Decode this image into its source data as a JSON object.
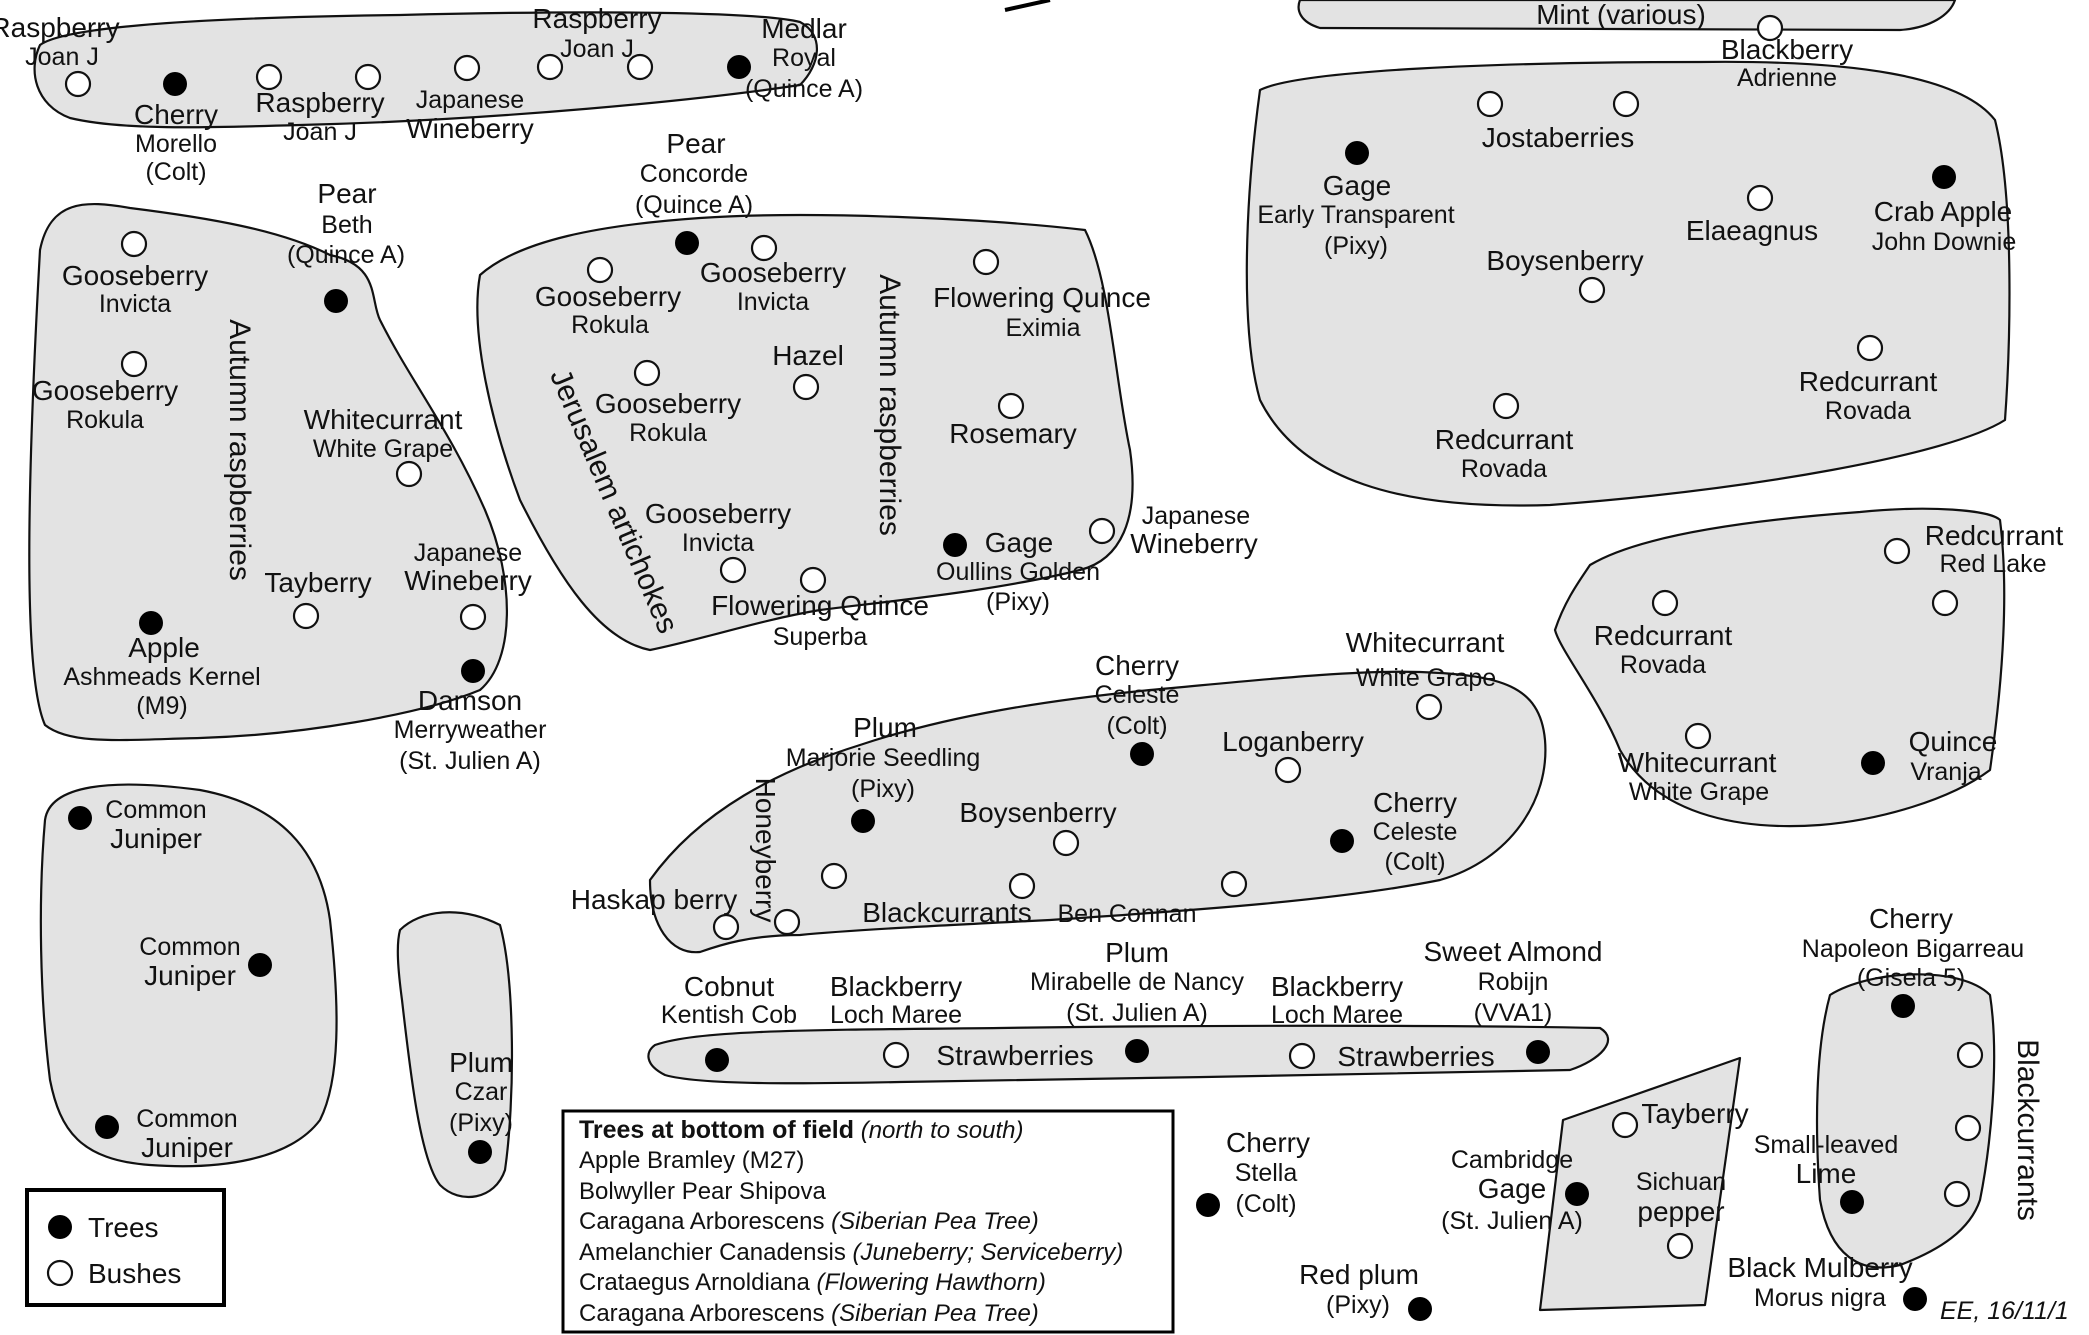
{
  "marker_colors": {
    "tree": "#000000",
    "bush": "#ffffff",
    "bed_fill": "#e3e3e3"
  },
  "legend": {
    "trees_label": "Trees",
    "bushes_label": "Bushes"
  },
  "plants": [
    {
      "type": "bush",
      "name": "Raspberry",
      "detail": "Joan J"
    },
    {
      "type": "tree",
      "name": "Cherry",
      "detail": "Morello",
      "detail2": "(Colt)"
    },
    {
      "type": "bush",
      "name": "Raspberry",
      "detail": "Joan J"
    },
    {
      "type": "bush",
      "name": "Japanese",
      "detail": "Wineberry"
    },
    {
      "type": "bush",
      "name": "Raspberry",
      "detail": "Joan J"
    },
    {
      "type": "tree",
      "name": "Medlar",
      "detail": "Royal",
      "detail2": "(Quince A)"
    },
    {
      "type": "bush",
      "name": "Mint (various)"
    },
    {
      "type": "bush",
      "name": "Blackberry",
      "detail": "Adrienne"
    },
    {
      "type": "bush",
      "name": "Gooseberry",
      "detail": "Invicta"
    },
    {
      "type": "bush",
      "name": "Gooseberry",
      "detail": "Rokula"
    },
    {
      "type": "tree",
      "name": "Pear",
      "detail": "Beth",
      "detail2": "(Quince A)"
    },
    {
      "type": "bush",
      "name": "Whitecurrant",
      "detail": "White Grape"
    },
    {
      "type": "bush",
      "name": "Tayberry"
    },
    {
      "type": "bush",
      "name": "Japanese",
      "detail": "Wineberry"
    },
    {
      "type": "tree",
      "name": "Apple",
      "detail": "Ashmeads Kernel",
      "detail2": "(M9)"
    },
    {
      "type": "tree",
      "name": "Damson",
      "detail": "Merryweather",
      "detail2": "(St. Julien A)"
    },
    {
      "type": "tree",
      "name": "Pear",
      "detail": "Concorde",
      "detail2": "(Quince A)"
    },
    {
      "type": "bush",
      "name": "Gooseberry",
      "detail": "Rokula"
    },
    {
      "type": "bush",
      "name": "Gooseberry",
      "detail": "Invicta"
    },
    {
      "type": "bush",
      "name": "Hazel"
    },
    {
      "type": "bush",
      "name": "Gooseberry",
      "detail": "Rokula"
    },
    {
      "type": "bush",
      "name": "Gooseberry",
      "detail": "Invicta"
    },
    {
      "type": "bush",
      "name": "Flowering Quince",
      "detail": "Superba"
    },
    {
      "type": "bush",
      "name": "Flowering Quince",
      "detail": "Eximia"
    },
    {
      "type": "bush",
      "name": "Rosemary"
    },
    {
      "type": "tree",
      "name": "Gage",
      "detail": "Oullins Golden",
      "detail2": "(Pixy)"
    },
    {
      "type": "bush",
      "name": "Japanese",
      "detail": "Wineberry"
    },
    {
      "type": "tree",
      "name": "Gage",
      "detail": "Early Transparent",
      "detail2": "(Pixy)"
    },
    {
      "type": "bush",
      "name": "Jostaberries"
    },
    {
      "type": "bush",
      "name": "Boysenberry"
    },
    {
      "type": "bush",
      "name": "Elaeagnus"
    },
    {
      "type": "tree",
      "name": "Crab Apple",
      "detail": "John Downie"
    },
    {
      "type": "bush",
      "name": "Redcurrant",
      "detail": "Rovada"
    },
    {
      "type": "bush",
      "name": "Redcurrant",
      "detail": "Rovada"
    },
    {
      "type": "tree",
      "name": "Common",
      "detail": "Juniper"
    },
    {
      "type": "tree",
      "name": "Common",
      "detail": "Juniper"
    },
    {
      "type": "tree",
      "name": "Common",
      "detail": "Juniper"
    },
    {
      "type": "tree",
      "name": "Plum",
      "detail": "Czar",
      "detail2": "(Pixy)"
    },
    {
      "type": "tree",
      "name": "Plum",
      "detail": "Marjorie Seedling",
      "detail2": "(Pixy)"
    },
    {
      "type": "tree",
      "name": "Cherry",
      "detail": "Celeste",
      "detail2": "(Colt)"
    },
    {
      "type": "bush",
      "name": "Whitecurrant",
      "detail": "White Grape"
    },
    {
      "type": "bush",
      "name": "Loganberry"
    },
    {
      "type": "bush",
      "name": "Boysenberry"
    },
    {
      "type": "tree",
      "name": "Cherry",
      "detail": "Celeste",
      "detail2": "(Colt)"
    },
    {
      "type": "bush",
      "name": "Haskap berry"
    },
    {
      "type": "bush",
      "name": "Blackcurrants",
      "detail": "Ben Connan"
    },
    {
      "type": "bush",
      "name": "Redcurrant",
      "detail": "Red Lake"
    },
    {
      "type": "bush",
      "name": "Redcurrant",
      "detail": "Rovada"
    },
    {
      "type": "bush",
      "name": "Whitecurrant",
      "detail": "White Grape"
    },
    {
      "type": "tree",
      "name": "Quince",
      "detail": "Vranja"
    },
    {
      "type": "tree",
      "name": "Cobnut",
      "detail": "Kentish Cob"
    },
    {
      "type": "bush",
      "name": "Blackberry",
      "detail": "Loch Maree"
    },
    {
      "type": "tree",
      "name": "Plum",
      "detail": "Mirabelle de Nancy",
      "detail2": "(St. Julien A)"
    },
    {
      "type": "bush",
      "name": "Blackberry",
      "detail": "Loch Maree"
    },
    {
      "type": "tree",
      "name": "Sweet Almond",
      "detail": "Robijn",
      "detail2": "(VVA1)"
    },
    {
      "type": "tree",
      "name": "Cherry",
      "detail": "Stella",
      "detail2": "(Colt)"
    },
    {
      "type": "tree",
      "name": "Red plum",
      "detail": "(Pixy)"
    },
    {
      "type": "tree",
      "name": "Cambridge",
      "detail": "Gage",
      "detail2": "(St. Julien A)"
    },
    {
      "type": "bush",
      "name": "Tayberry"
    },
    {
      "type": "bush",
      "name": "Sichuan",
      "detail": "pepper"
    },
    {
      "type": "tree",
      "name": "Cherry",
      "detail": "Napoleon Bigarreau",
      "detail2": "(Gisela 5)"
    },
    {
      "type": "tree",
      "name": "Small-leaved",
      "detail": "Lime"
    },
    {
      "type": "tree",
      "name": "Black Mulberry",
      "detail": "Morus nigra"
    }
  ],
  "bed_labels": {
    "autumn_raspberries_left": "Autumn raspberries",
    "jerusalem_artichokes": "Jerusalem artichokes",
    "autumn_raspberries_mid": "Autumn raspberries",
    "honeyberry": "Honeyberry",
    "strawberries_1": "Strawberries",
    "strawberries_2": "Strawberries",
    "blackcurrants": "Blackcurrants"
  },
  "trees_note": {
    "title": "Trees at bottom of field",
    "title_suffix": "(north to south)",
    "items": [
      {
        "text": "Apple Bramley (M27)",
        "note": ""
      },
      {
        "text": "Bolwyller Pear Shipova",
        "note": ""
      },
      {
        "text": "Caragana Arborescens ",
        "note": "(Siberian Pea Tree)"
      },
      {
        "text": "Amelanchier Canadensis ",
        "note": "(Juneberry; Serviceberry)"
      },
      {
        "text": "Crataegus Arnoldiana ",
        "note": "(Flowering Hawthorn)"
      },
      {
        "text": "Caragana Arborescens ",
        "note": "(Siberian Pea Tree)"
      }
    ]
  },
  "signature": "EE, 16/11/1"
}
